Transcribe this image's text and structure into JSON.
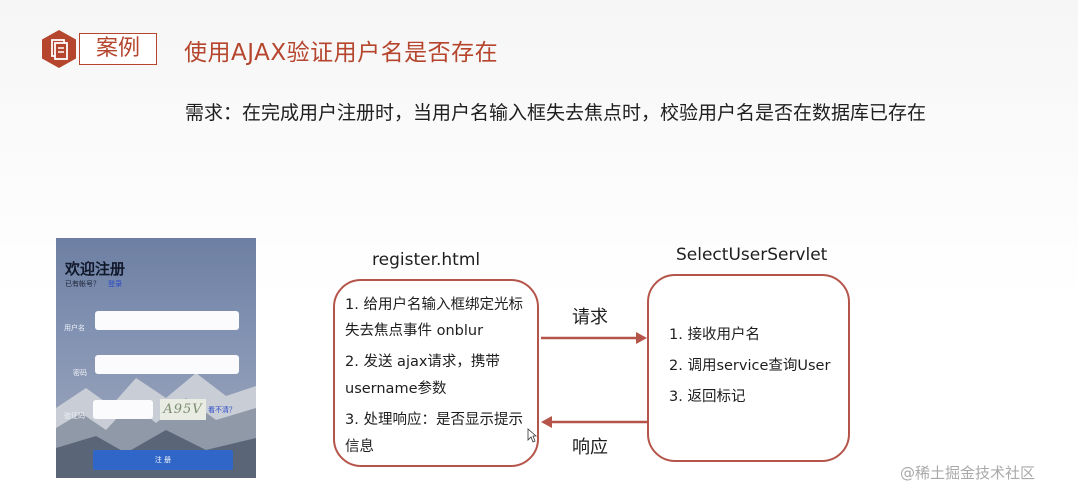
{
  "header": {
    "case_label": "案例",
    "title": "使用AJAX验证用户名是否存在",
    "requirement": "需求：在完成用户注册时，当用户名输入框失去焦点时，校验用户名是否在数据库已存在"
  },
  "mock_form": {
    "title": "欢迎注册",
    "have_account": "已有帐号？",
    "login_link": "登录",
    "username_label": "用户名",
    "password_label": "密码",
    "captcha_label": "验证码",
    "captcha_text": "A95V",
    "change_link": "看不清？",
    "submit": "注 册"
  },
  "diagram": {
    "left_title": "register.html",
    "right_title": "SelectUserServlet",
    "left_steps": [
      "1. 给用户名输入框绑定光标",
      "失去焦点事件 onblur",
      "2. 发送 ajax请求，携带",
      "username参数",
      "3. 处理响应：是否显示提示",
      "信息"
    ],
    "right_steps": [
      "1. 接收用户名",
      "2. 调用service查询User",
      "3. 返回标记"
    ],
    "request_label": "请求",
    "response_label": "响应",
    "arrow_color": "#b5554a"
  },
  "watermark": "@稀土掘金技术社区",
  "colors": {
    "accent": "#b5452c",
    "box_border": "#b5554a"
  }
}
